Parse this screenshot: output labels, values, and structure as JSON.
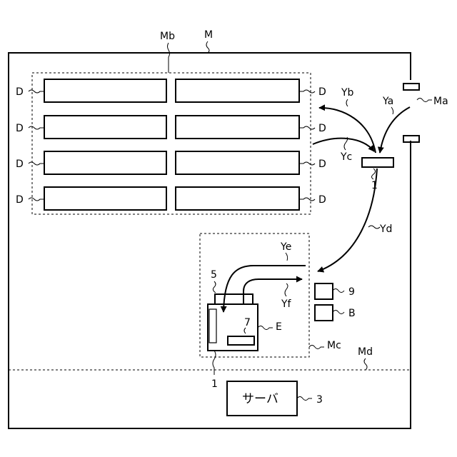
{
  "labels": {
    "facility": "M",
    "storage_area": "Mb",
    "entrance": "Ma",
    "work_area": "Mc",
    "lower_area": "Md",
    "shelf": "D",
    "arrow_ya": "Ya",
    "arrow_yb": "Yb",
    "arrow_yc": "Yc",
    "arrow_yd": "Yd",
    "arrow_ye": "Ye",
    "arrow_yf": "Yf",
    "vehicle_ref": "1",
    "lower_vehicle_ref": "1",
    "transfer_ref": "5",
    "part_ref": "7",
    "station_ref": "E",
    "box_9_ref": "9",
    "box_b_ref": "B",
    "server_ref": "3",
    "server": "サーバ"
  }
}
